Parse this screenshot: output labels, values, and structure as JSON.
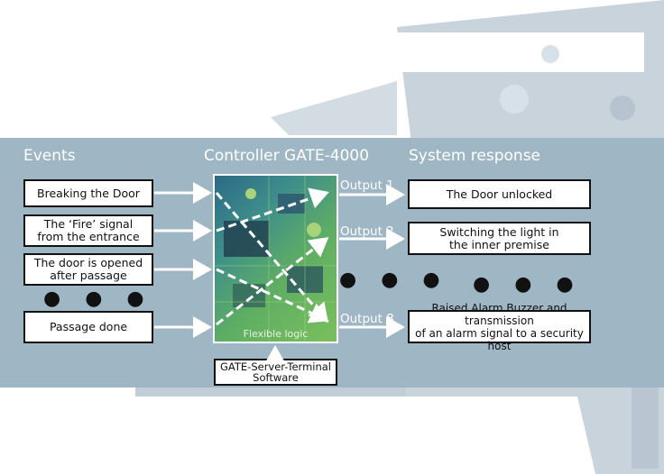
{
  "headers": {
    "events": "Events",
    "controller": "Controller GATE-4000",
    "response": "System response"
  },
  "events": [
    {
      "label": "Breaking the Door"
    },
    {
      "label": "The ‘Fire’ signal\nfrom the entrance"
    },
    {
      "label": "The door is opened\nafter passage"
    },
    {
      "label": "Passage done"
    }
  ],
  "outputs": [
    {
      "label": "Output 1"
    },
    {
      "label": "Output 2"
    },
    {
      "label": "Output 8"
    }
  ],
  "responses": [
    {
      "label": "The Door unlocked"
    },
    {
      "label": "Switching the light in\nthe inner premise"
    },
    {
      "label": "Raised Alarm Buzzer and transmission\nof an alarm signal to a security host"
    }
  ],
  "controller_label": "Flexible logic",
  "software_label": "GATE-Server-Terminal\nSoftware",
  "ellipsis": "● ● ●",
  "colors": {
    "panel": "#9fb6c5",
    "arrows": "#ffffff",
    "box_border": "#111111"
  }
}
